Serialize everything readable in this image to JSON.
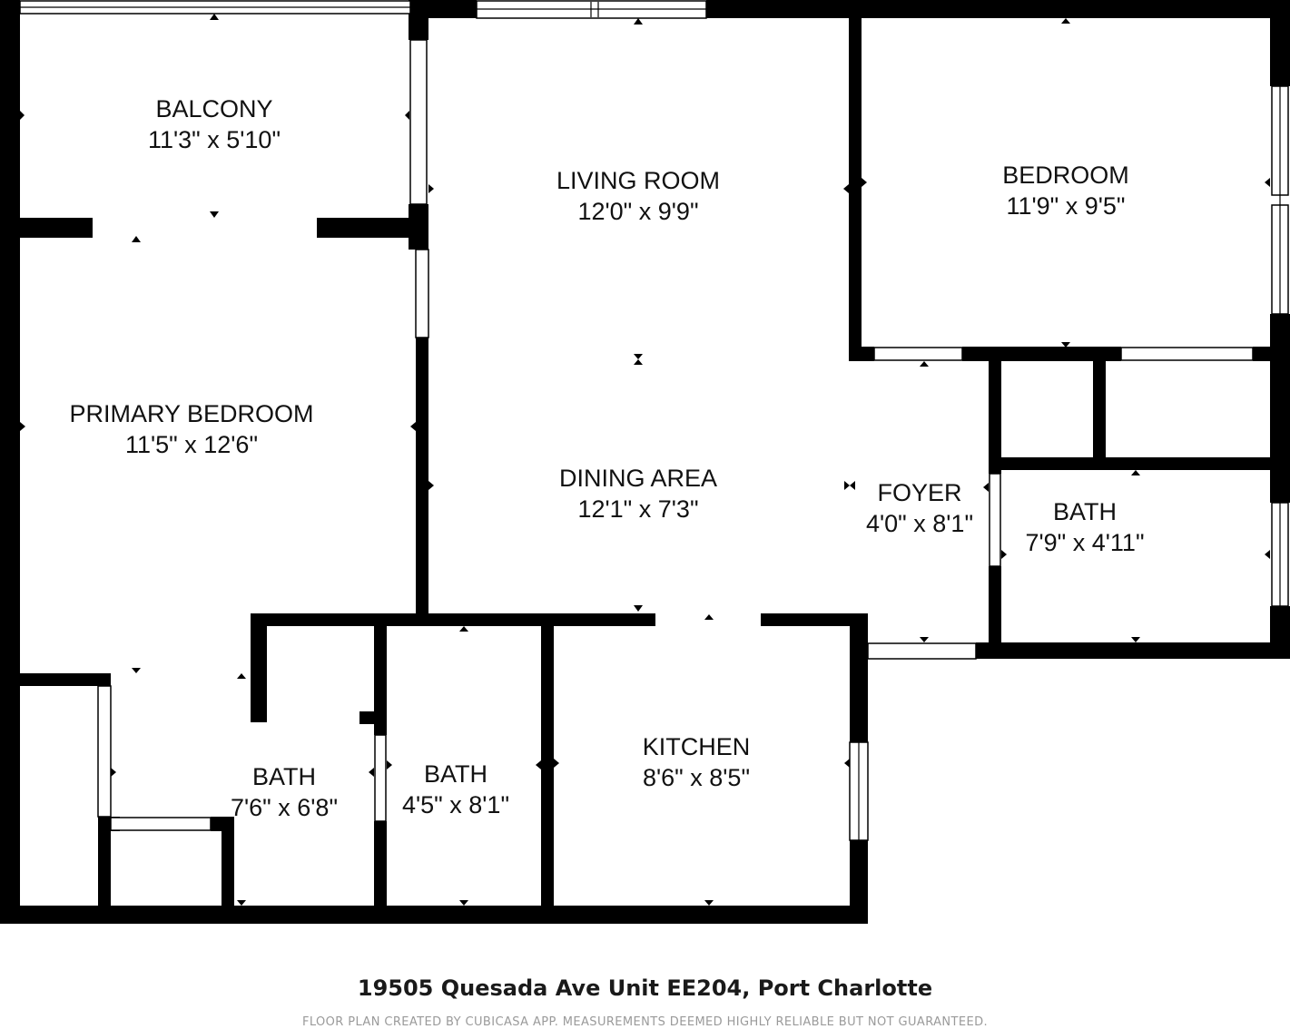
{
  "rooms": {
    "balcony": {
      "name": "BALCONY",
      "size": "11'3\" x 5'10\""
    },
    "living_room": {
      "name": "LIVING ROOM",
      "size": "12'0\" x 9'9\""
    },
    "bedroom": {
      "name": "BEDROOM",
      "size": "11'9\" x 9'5\""
    },
    "primary_bedroom": {
      "name": "PRIMARY BEDROOM",
      "size": "11'5\" x 12'6\""
    },
    "dining_area": {
      "name": "DINING AREA",
      "size": "12'1\" x 7'3\""
    },
    "foyer": {
      "name": "FOYER",
      "size": "4'0\" x 8'1\""
    },
    "bath_right": {
      "name": "BATH",
      "size": "7'9\" x 4'11\""
    },
    "bath_primary": {
      "name": "BATH",
      "size": "7'6\" x 6'8\""
    },
    "bath_hall": {
      "name": "BATH",
      "size": "4'5\" x 8'1\""
    },
    "kitchen": {
      "name": "KITCHEN",
      "size": "8'6\" x 8'5\""
    }
  },
  "footer": {
    "address": "19505 Quesada Ave Unit EE204, Port Charlotte",
    "disclaimer": "FLOOR PLAN CREATED BY CUBICASA APP. MEASUREMENTS DEEMED HIGHLY RELIABLE BUT NOT GUARANTEED."
  },
  "colors": {
    "wall": "#000000",
    "background": "#ffffff",
    "window": "#ffffff",
    "text": "#111111",
    "disclaimer": "#9a9a9a"
  }
}
